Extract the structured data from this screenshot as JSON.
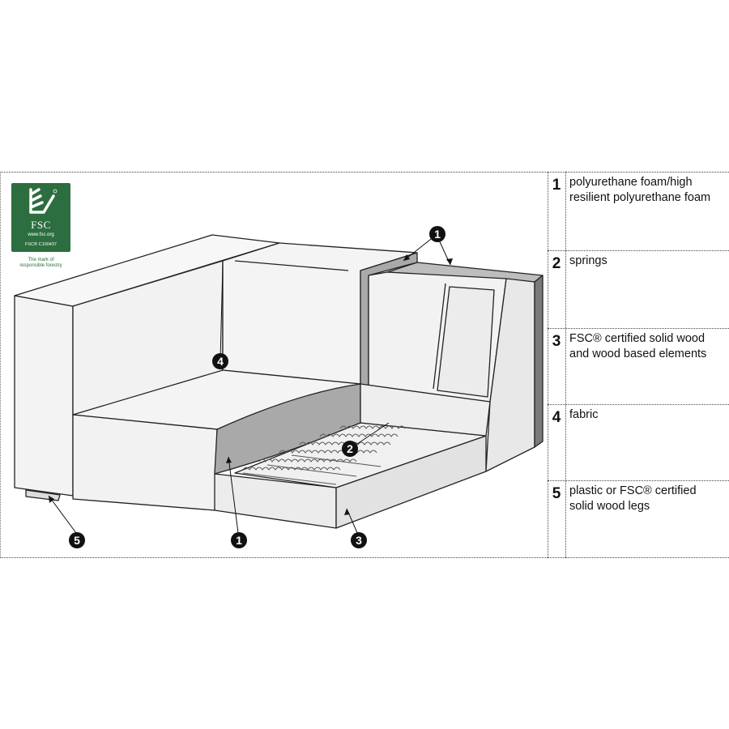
{
  "logo": {
    "brand": "FSC",
    "url": "www.fsc.org",
    "code": "FSC® C100437",
    "tagline_line1": "The mark of",
    "tagline_line2": "responsible forestry"
  },
  "legend": [
    {
      "num": "1",
      "line1": "polyurethane foam/high",
      "line2": "resilient polyurethane foam"
    },
    {
      "num": "2",
      "line1": "springs",
      "line2": ""
    },
    {
      "num": "3",
      "line1": "FSC® certified solid wood",
      "line2": "and wood based elements"
    },
    {
      "num": "4",
      "line1": "fabric",
      "line2": ""
    },
    {
      "num": "5",
      "line1": "plastic or FSC® certified",
      "line2": "solid wood legs"
    }
  ],
  "callouts": {
    "foam_top": "1",
    "springs": "2",
    "wood": "3",
    "fabric": "4",
    "legs": "5",
    "foam_bottom": "1"
  },
  "colors": {
    "fsc_green": "#2c6e3f",
    "foam_gray": "#a9a9a9",
    "wood_light": "#e6e6e6"
  }
}
